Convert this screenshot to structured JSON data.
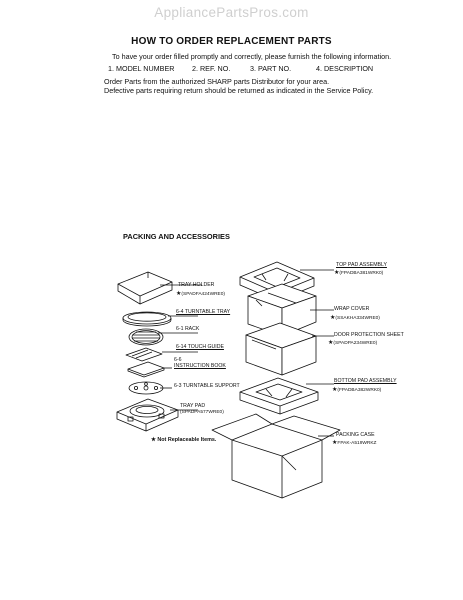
{
  "watermark": "AppliancePartsPros.com",
  "title": "HOW TO ORDER REPLACEMENT PARTS",
  "intro": "To have your order filled promptly and correctly, please furnish the following information.",
  "order_fields": [
    "1. MODEL NUMBER",
    "2. REF. NO.",
    "3. PART NO.",
    "4. DESCRIPTION"
  ],
  "notes": [
    "Order Parts from the authorized SHARP parts Distributor for your area.",
    "Defective parts requiring return should be returned as indicated in the Service Policy."
  ],
  "section_title": "PACKING AND ACCESSORIES",
  "parts_left": {
    "tray_holder": {
      "name": "TRAY HOLDER",
      "code": "(SPADFA424WRE0)"
    },
    "turntable_tray": {
      "name": "6-4 TURNTABLE TRAY"
    },
    "rack": {
      "name": "6-1 RACK"
    },
    "touch_guide": {
      "name": "6-14 TOUCH GUIDE"
    },
    "instruction_ref": "6-6",
    "instruction_book": {
      "name": "INSTRUCTION BOOK"
    },
    "turntable_support": {
      "name": "6-3 TURNTABLE SUPPORT"
    },
    "tray_pad": {
      "name": "TRAY PAD",
      "code": "(SPADPA577WRE0)"
    }
  },
  "parts_right": {
    "top_pad": {
      "name": "TOP PAD ASSEMBLY",
      "code": "(FPADBA381WRK0)"
    },
    "wrap_cover": {
      "name": "WRAP COVER",
      "code": "(SSAKHA334WRE0)"
    },
    "door_sheet": {
      "name": "DOOR PROTECTION SHEET",
      "code": "(SPADPA234WRE0)"
    },
    "bottom_pad": {
      "name": "BOTTOM PAD ASSEMBLY",
      "code": "(FPADBA382WRK0)"
    },
    "packing_case": {
      "name": "PACKING CASE",
      "code": "FPAK-A519WRKZ"
    }
  },
  "not_replaceable": "Not Replaceable Items.",
  "star_glyph": "★"
}
